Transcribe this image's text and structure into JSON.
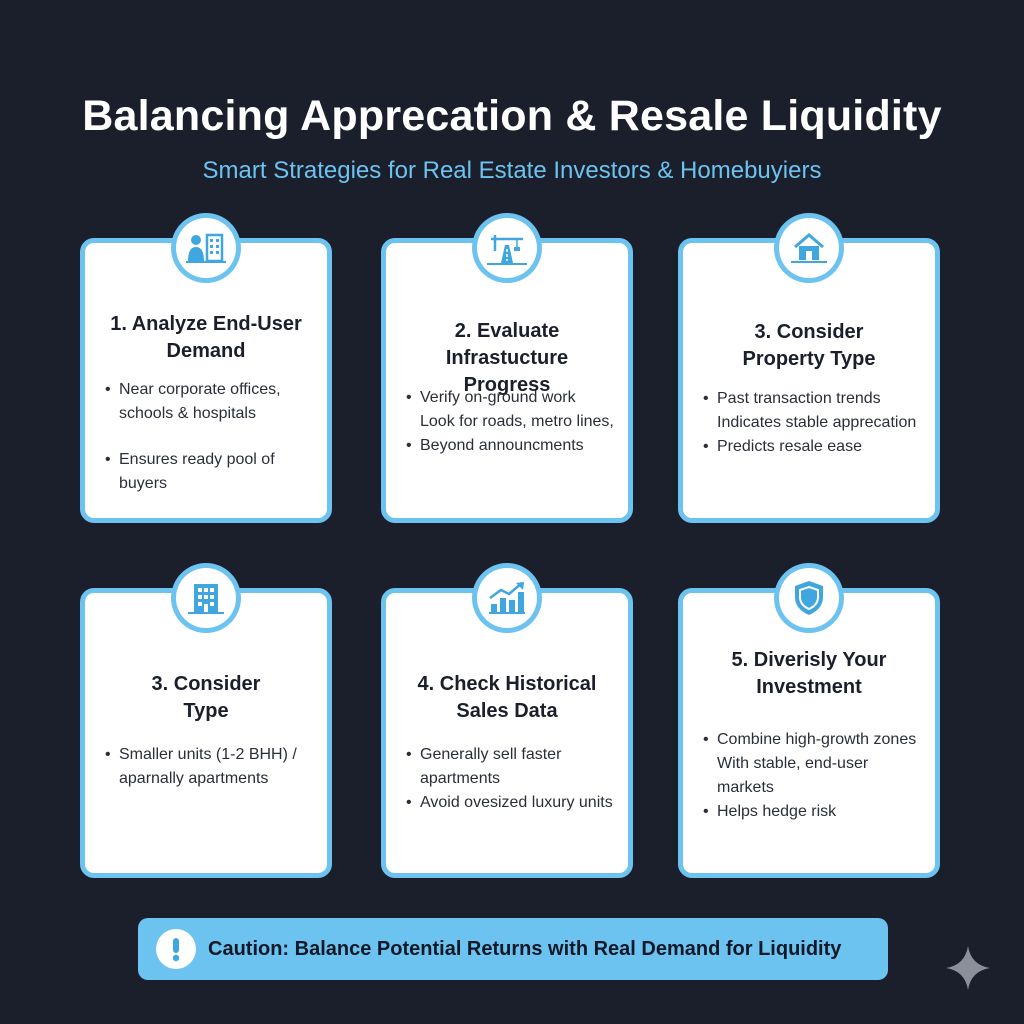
{
  "header": {
    "title": "Balancing Apprecation & Resale Liquidity",
    "subtitle": "Smart Strategies for Real Estate Investors & Homebuyiers"
  },
  "colors": {
    "background": "#1b1f2b",
    "accent": "#6cc3f0",
    "card": "#ffffff"
  },
  "cards": [
    {
      "icon": "people-building-icon",
      "title_lines": [
        "1. Analyze End-User",
        "Demand"
      ],
      "bullets": [
        {
          "text": "Near corporate offices,",
          "dot": true
        },
        {
          "text": "schools & hospitals",
          "dot": false
        },
        {
          "text": "Ensures ready pool of buyers",
          "dot": true
        }
      ]
    },
    {
      "icon": "road-construction-icon",
      "title_lines": [
        "2. Evaluate Infrastucture",
        "Progress"
      ],
      "bullets": [
        {
          "text": "Verify on-ground work",
          "dot": true
        },
        {
          "text": "Look for roads, metro lines,",
          "dot": false
        },
        {
          "text": "Beyond announcments",
          "dot": true
        }
      ]
    },
    {
      "icon": "house-icon",
      "title_lines": [
        "3. Consider",
        "Property Type"
      ],
      "bullets": [
        {
          "text": "Past transaction trends",
          "dot": true
        },
        {
          "text": "Indicates stable apprecation",
          "dot": false
        },
        {
          "text": "Predicts resale ease",
          "dot": true
        }
      ]
    },
    {
      "icon": "apartment-building-icon",
      "title_lines": [
        "3. Consider",
        "Type"
      ],
      "bullets": [
        {
          "text": "Smaller units (1-2 BHH) /",
          "dot": true
        },
        {
          "text": "aparnally apartments",
          "dot": false
        }
      ]
    },
    {
      "icon": "rising-chart-icon",
      "title_lines": [
        "4. Check Historical",
        "Sales Data"
      ],
      "bullets": [
        {
          "text": "Generally sell faster",
          "dot": true
        },
        {
          "text": "apartments",
          "dot": false
        },
        {
          "text": "Avoid ovesized luxury units",
          "dot": true
        }
      ]
    },
    {
      "icon": "shield-icon",
      "title_lines": [
        "5. Diverisly Your",
        "Investment"
      ],
      "bullets": [
        {
          "text": "Combine high-growth zones",
          "dot": true
        },
        {
          "text": "With stable, end-user markets",
          "dot": false
        },
        {
          "text": "Helps hedge risk",
          "dot": true
        }
      ]
    }
  ],
  "caution": {
    "icon": "exclamation-icon",
    "text": "Caution: Balance Potential Returns with Real Demand for Liquidity"
  },
  "corner_icon": "sparkle-icon"
}
